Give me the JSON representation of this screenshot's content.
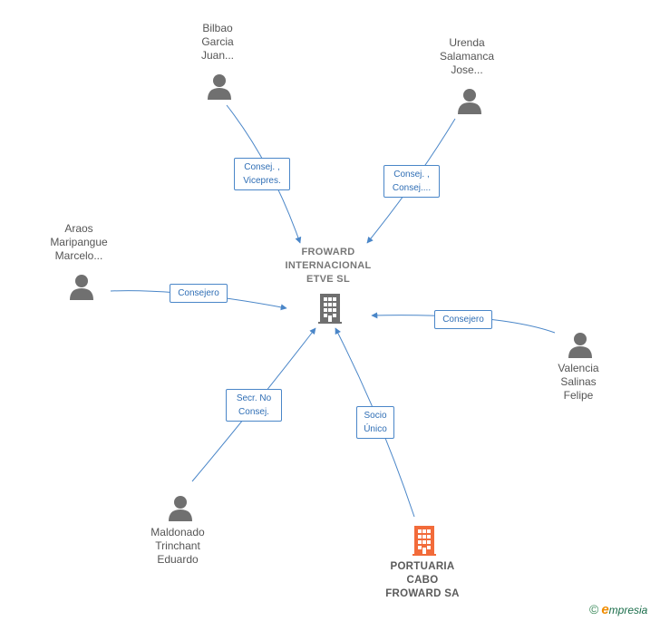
{
  "center": {
    "label": "FROWARD\nINTERNACIONAL\nETVE  SL",
    "icon": "building-icon",
    "color": "#6f6f6f"
  },
  "people": [
    {
      "id": "bilbao",
      "label": "Bilbao\nGarcia\nJuan...",
      "icon": "person-icon"
    },
    {
      "id": "urenda",
      "label": "Urenda\nSalamanca\nJose...",
      "icon": "person-icon"
    },
    {
      "id": "araos",
      "label": "Araos\nMaripangue\nMarcelo...",
      "icon": "person-icon"
    },
    {
      "id": "valencia",
      "label": "Valencia\nSalinas\nFelipe",
      "icon": "person-icon"
    },
    {
      "id": "maldonado",
      "label": "Maldonado\nTrinchant\nEduardo",
      "icon": "person-icon"
    }
  ],
  "company": {
    "label": "PORTUARIA\nCABO\nFROWARD SA",
    "icon": "building-icon",
    "color": "#f26b3a"
  },
  "edges": [
    {
      "from": "bilbao",
      "label": "Consej. ,\nVicepres."
    },
    {
      "from": "urenda",
      "label": "Consej. ,\nConsej...."
    },
    {
      "from": "araos",
      "label": "Consejero"
    },
    {
      "from": "valencia",
      "label": "Consejero"
    },
    {
      "from": "maldonado",
      "label": "Secr.  No\nConsej."
    },
    {
      "from": "portuaria",
      "label": "Socio\nÚnico"
    }
  ],
  "colors": {
    "edge": "#4a86c8",
    "person": "#707070"
  },
  "brand": {
    "copyright": "©",
    "e": "e",
    "name": "mpresia"
  }
}
